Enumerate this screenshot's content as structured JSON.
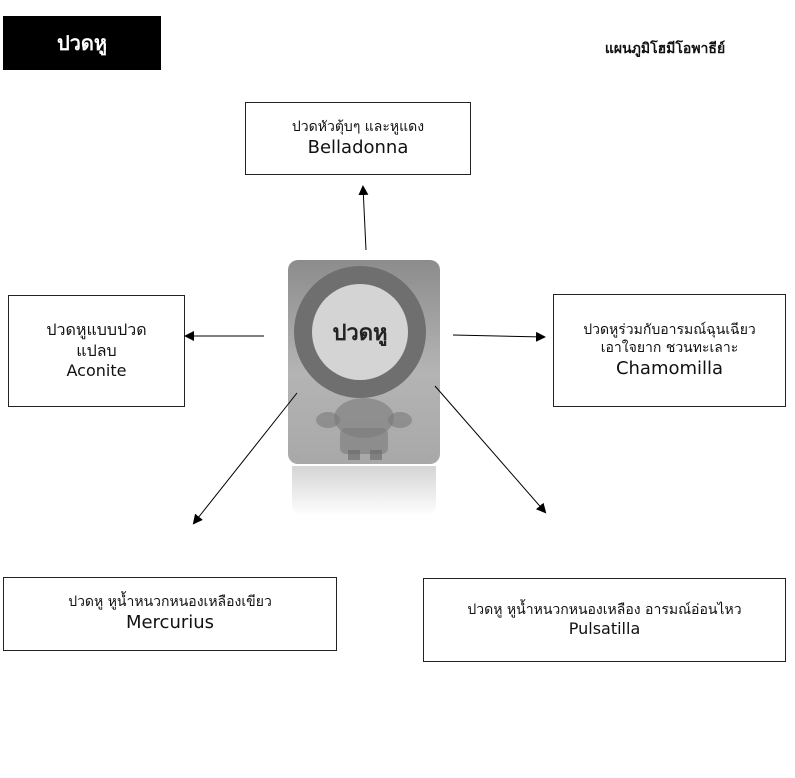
{
  "header": {
    "label": "ปวดหู"
  },
  "chart_title": "แผนภูมิโฮมีโอพาธีย์",
  "center": {
    "label": "ปวดหู"
  },
  "boxes": {
    "top": {
      "symptom": "ปวดหัวตุ้บๆ และหูแดง",
      "remedy": "Belladonna"
    },
    "left": {
      "symptom_line1": "ปวดหูแบบปวด",
      "symptom_line2": "แปลบ",
      "remedy": "Aconite"
    },
    "right": {
      "symptom_line1": "ปวดหูร่วมกับอารมณ์ฉุนเฉียว",
      "symptom_line2": "เอาใจยาก ชวนทะเลาะ",
      "remedy": "Chamomilla"
    },
    "bottom_left": {
      "symptom": "ปวดหู หูน้ำหนวกหนองเหลืองเขียว",
      "remedy": "Mercurius"
    },
    "bottom_right": {
      "symptom": "ปวดหู หูน้ำหนวกหนองเหลือง อารมณ์อ่อนไหว",
      "remedy": "Pulsatilla"
    }
  },
  "colors": {
    "header_bg": "#000000",
    "header_text": "#ffffff",
    "card_ring": "#6f6f6f",
    "card_bg": "#a8a8a8"
  }
}
